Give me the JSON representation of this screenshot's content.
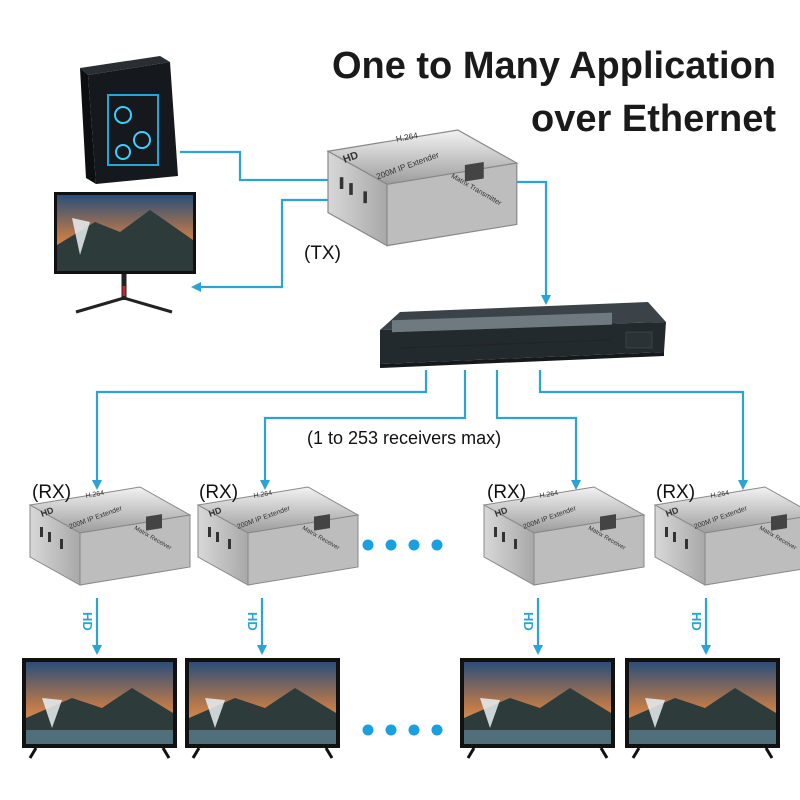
{
  "title": {
    "line1": "One to Many Application",
    "line2": "over Ethernet"
  },
  "labels": {
    "tx": "(TX)",
    "rx": "(RX)",
    "receivers_note": "(1 to 253 receivers max)",
    "hd_link": "HD"
  },
  "device_text": {
    "brand": "HD",
    "codec": "H.264",
    "model": "200M IP Extender",
    "tx_role": "Matrix Transmitter",
    "rx_role": "Matrix Receiver"
  },
  "colors": {
    "wire": "#2aa4d6",
    "dots": "#1aa0e0",
    "device_silver": "#c9c9c9",
    "switch_body": "#2c3338"
  }
}
